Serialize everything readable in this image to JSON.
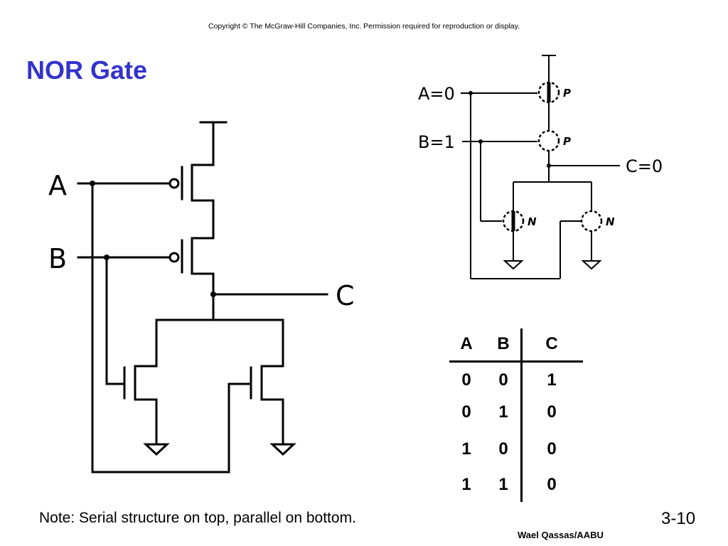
{
  "slide": {
    "copyright": "Copyright © The McGraw-Hill Companies, Inc.  Permission required for reproduction or display.",
    "title": "NOR Gate",
    "note": "Note: Serial structure on top, parallel on bottom.",
    "page_number": "3-10",
    "author": "Wael Qassas/AABU"
  },
  "left_diagram": {
    "input_a": "A",
    "input_b": "B",
    "output_c": "C"
  },
  "right_diagram": {
    "input_a": "A=0",
    "input_b": "B=1",
    "output_c": "C=0",
    "pmos_top": "P",
    "pmos_bottom": "P",
    "nmos_left": "N",
    "nmos_right": "N"
  },
  "truth_table": {
    "headers": [
      "A",
      "B",
      "C"
    ],
    "rows": [
      [
        "0",
        "0",
        "1"
      ],
      [
        "0",
        "1",
        "0"
      ],
      [
        "1",
        "0",
        "0"
      ],
      [
        "1",
        "1",
        "0"
      ]
    ]
  }
}
